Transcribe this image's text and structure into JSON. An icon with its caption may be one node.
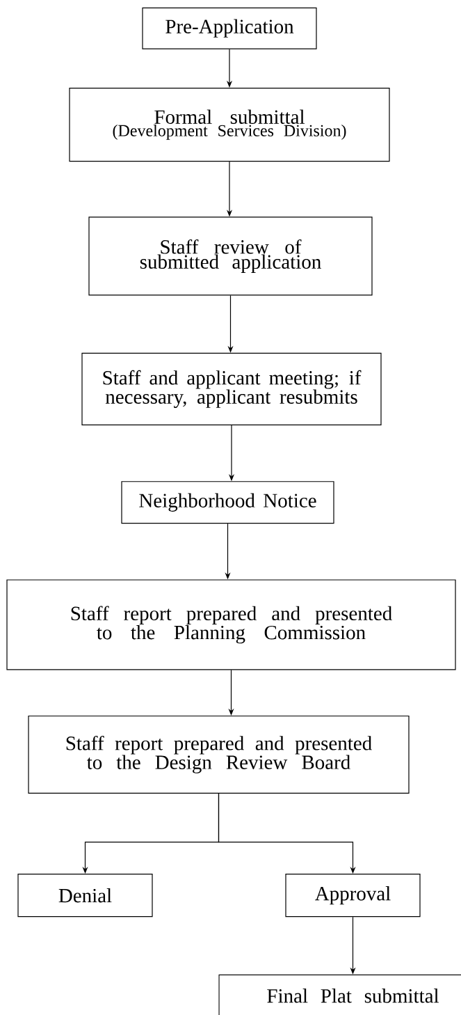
{
  "diagram": {
    "nodes": [
      {
        "text": [
          "Pre-Application"
        ]
      },
      {
        "text": [
          "Formal submittal",
          "(Development Services Division)"
        ]
      },
      {
        "text": [
          "Staff review of submitted application"
        ]
      },
      {
        "text": [
          "Staff and applicant meeting; if necessary, applicant resubmits"
        ]
      },
      {
        "text": [
          "Neighborhood Notice"
        ]
      },
      {
        "text": [
          "Staff report prepared and presented to the Planning Commission"
        ]
      },
      {
        "text": [
          "Staff report prepared and presented to the Design Review Board"
        ]
      },
      {
        "text": [
          "Denial"
        ]
      },
      {
        "text": [
          "Approval"
        ]
      },
      {
        "text": [
          "Final Plat submittal"
        ]
      }
    ],
    "edges": [
      {
        "from": 0,
        "to": 1,
        "arrow": "to"
      },
      {
        "from": 1,
        "to": 2,
        "arrow": "to"
      },
      {
        "from": 2,
        "to": 3,
        "arrow": "to"
      },
      {
        "from": 3,
        "to": 4,
        "arrow": "to"
      },
      {
        "from": 4,
        "to": 5,
        "arrow": "to"
      },
      {
        "from": 5,
        "to": 6,
        "arrow": "to"
      },
      {
        "from": 6,
        "to": 7,
        "arrow": "to"
      },
      {
        "from": 6,
        "to": 8,
        "arrow": "to"
      },
      {
        "from": 8,
        "to": 9,
        "arrow": "to"
      }
    ]
  }
}
